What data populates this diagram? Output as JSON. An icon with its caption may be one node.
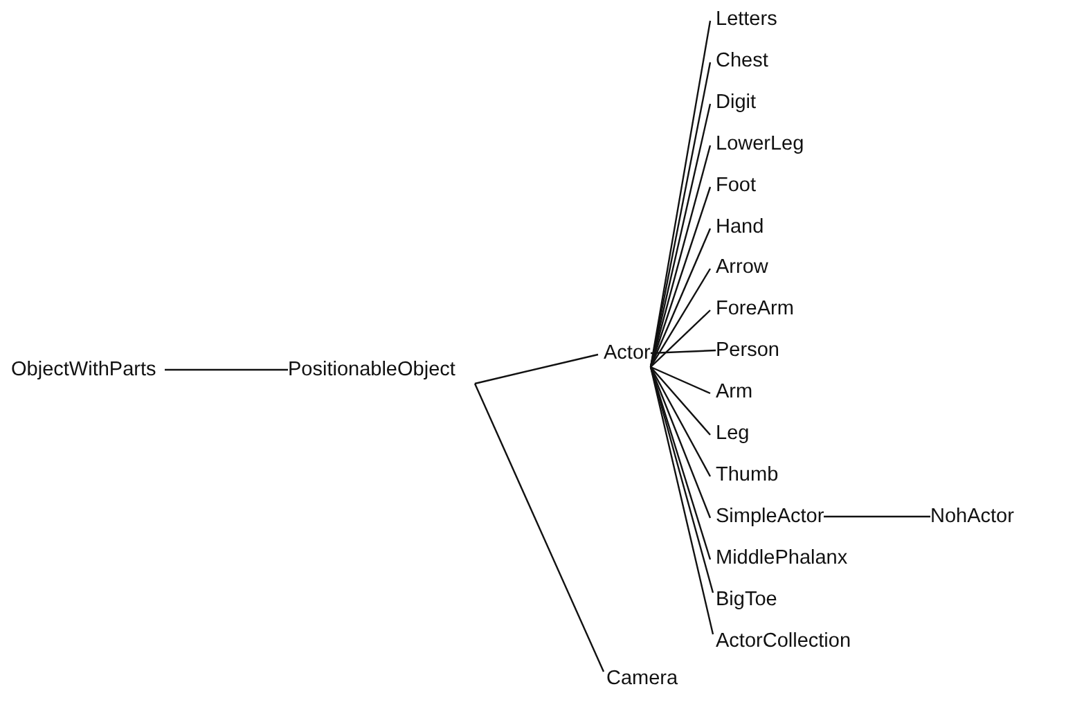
{
  "diagram": {
    "nodes": [
      {
        "text": [
          "ObjectWithParts"
        ]
      },
      {
        "text": [
          "PositionableObject"
        ]
      },
      {
        "text": [
          "Actor"
        ]
      },
      {
        "text": [
          "Letters"
        ]
      },
      {
        "text": [
          "Chest"
        ]
      },
      {
        "text": [
          "Digit"
        ]
      },
      {
        "text": [
          "LowerLeg"
        ]
      },
      {
        "text": [
          "Foot"
        ]
      },
      {
        "text": [
          "Hand"
        ]
      },
      {
        "text": [
          "Arrow"
        ]
      },
      {
        "text": [
          "ForeArm"
        ]
      },
      {
        "text": [
          "Person"
        ]
      },
      {
        "text": [
          "Arm"
        ]
      },
      {
        "text": [
          "Leg"
        ]
      },
      {
        "text": [
          "Thumb"
        ]
      },
      {
        "text": [
          "SimpleActor"
        ]
      },
      {
        "text": [
          "MiddlePhalanx"
        ]
      },
      {
        "text": [
          "BigToe"
        ]
      },
      {
        "text": [
          "ActorCollection"
        ]
      },
      {
        "text": [
          "NohActor"
        ]
      },
      {
        "text": [
          "Camera"
        ]
      }
    ],
    "edges": [
      {
        "from": 0,
        "to": 1,
        "arrow": "none"
      },
      {
        "from": 1,
        "to": 2,
        "arrow": "none"
      },
      {
        "from": 1,
        "to": 20,
        "arrow": "none"
      },
      {
        "from": 2,
        "to": 3,
        "arrow": "none"
      },
      {
        "from": 2,
        "to": 4,
        "arrow": "none"
      },
      {
        "from": 2,
        "to": 5,
        "arrow": "none"
      },
      {
        "from": 2,
        "to": 6,
        "arrow": "none"
      },
      {
        "from": 2,
        "to": 7,
        "arrow": "none"
      },
      {
        "from": 2,
        "to": 8,
        "arrow": "none"
      },
      {
        "from": 2,
        "to": 9,
        "arrow": "none"
      },
      {
        "from": 2,
        "to": 10,
        "arrow": "none"
      },
      {
        "from": 2,
        "to": 11,
        "arrow": "none"
      },
      {
        "from": 2,
        "to": 12,
        "arrow": "none"
      },
      {
        "from": 2,
        "to": 13,
        "arrow": "none"
      },
      {
        "from": 2,
        "to": 14,
        "arrow": "none"
      },
      {
        "from": 2,
        "to": 15,
        "arrow": "none"
      },
      {
        "from": 2,
        "to": 16,
        "arrow": "none"
      },
      {
        "from": 2,
        "to": 17,
        "arrow": "none"
      },
      {
        "from": 2,
        "to": 18,
        "arrow": "none"
      },
      {
        "from": 15,
        "to": 19,
        "arrow": "none"
      }
    ]
  }
}
